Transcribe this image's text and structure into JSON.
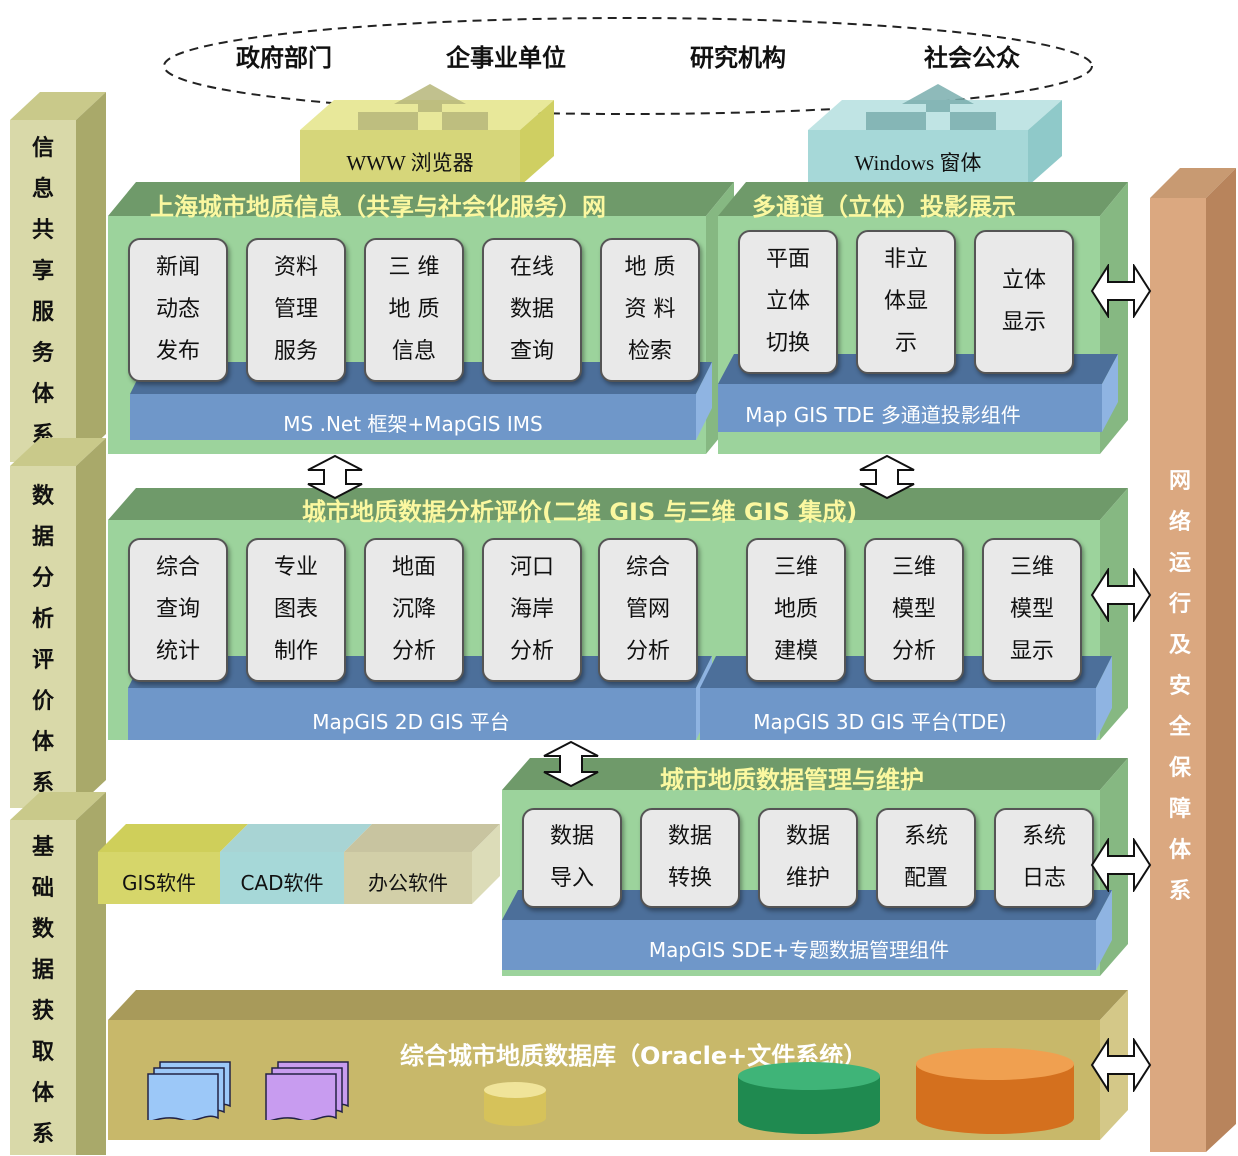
{
  "users": [
    "政府部门",
    "企事业单位",
    "研究机构",
    "社会公众"
  ],
  "clients": {
    "browser": "WWW 浏览器",
    "windows": "Windows 窗体"
  },
  "left_pillars": [
    {
      "chars": [
        "信",
        "息",
        "共",
        "享",
        "服",
        "务",
        "体",
        "系"
      ]
    },
    {
      "chars": [
        "数",
        "据",
        "分",
        "析",
        "评",
        "价",
        "体",
        "系"
      ]
    },
    {
      "chars": [
        "基",
        "础",
        "数",
        "据",
        "获",
        "取",
        "体",
        "系"
      ]
    }
  ],
  "right_pillar": {
    "chars": [
      "网",
      "络",
      "运",
      "行",
      "及",
      "安",
      "全",
      "保",
      "障",
      "体",
      "系"
    ]
  },
  "share_panel": {
    "title": "上海城市地质信息（共享与社会化服务）网",
    "modules": [
      "新闻\n动态\n发布",
      "资料\n管理\n服务",
      "三 维\n地 质\n信息",
      "在线\n数据\n查询",
      "地 质\n资 料\n检索"
    ],
    "platform": "MS .Net 框架+MapGIS IMS"
  },
  "projection_panel": {
    "title": "多通道（立体）投影展示",
    "modules": [
      "平面\n立体\n切换",
      "非立\n体显\n示",
      "立体\n显示"
    ],
    "platform": "Map GIS TDE 多通道投影组件"
  },
  "analysis_panel": {
    "title": "城市地质数据分析评价(二维 GIS 与三维 GIS 集成)",
    "modules_2d": [
      "综合\n查询\n统计",
      "专业\n图表\n制作",
      "地面\n沉降\n分析",
      "河口\n海岸\n分析",
      "综合\n管网\n分析"
    ],
    "modules_3d": [
      "三维\n地质\n建模",
      "三维\n模型\n分析",
      "三维\n模型\n显示"
    ],
    "platform_2d": "MapGIS 2D GIS 平台",
    "platform_3d": "MapGIS 3D GIS 平台(TDE)"
  },
  "management_panel": {
    "title": "城市地质数据管理与维护",
    "modules": [
      "数据\n导入",
      "数据\n转换",
      "数据\n维护",
      "系统\n配置",
      "系统\n日志"
    ],
    "platform": "MapGIS SDE+专题数据管理组件"
  },
  "software": [
    "GIS软件",
    "CAD软件",
    "办公软件"
  ],
  "database": {
    "title": "综合城市地质数据库（Oracle+文件系统）"
  },
  "colors": {
    "green_panel": "#9cd39c",
    "green_top": "#6f9a6a",
    "blue_platform": "#6f97c9",
    "tan_database": "#c8b86a",
    "olive_pillar": "#d9d9a9",
    "right_pillar": "#dba880"
  }
}
